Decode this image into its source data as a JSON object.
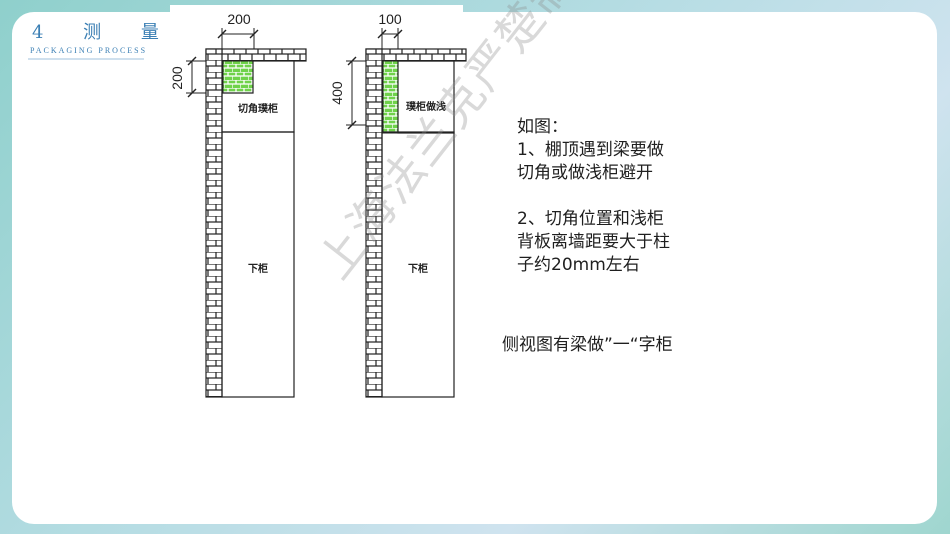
{
  "header": {
    "title": "4 测 量",
    "subtitle": "PACKAGING PROCESS"
  },
  "diagram_left": {
    "width_dim": "200",
    "height_dim": "200",
    "upper_label": "切角璞柜",
    "lower_label": "下柜"
  },
  "diagram_right": {
    "width_dim": "100",
    "height_dim": "400",
    "upper_label": "璞柜做浅",
    "lower_label": "下柜"
  },
  "caption": {
    "line1": "如图：",
    "line2": "1、棚顶遇到梁要做",
    "line3": "切角或做浅柜避开",
    "line4": "2、切角位置和浅柜",
    "line5": "背板离墙距要大于柱",
    "line6": "子约20mm左右"
  },
  "side_note": "侧视图有梁做”一“字柜",
  "watermark": "上海法兰克严楚制",
  "colors": {
    "accent": "#3b7fb4",
    "beam_green": "#6fd24a",
    "brick": "#222222"
  }
}
